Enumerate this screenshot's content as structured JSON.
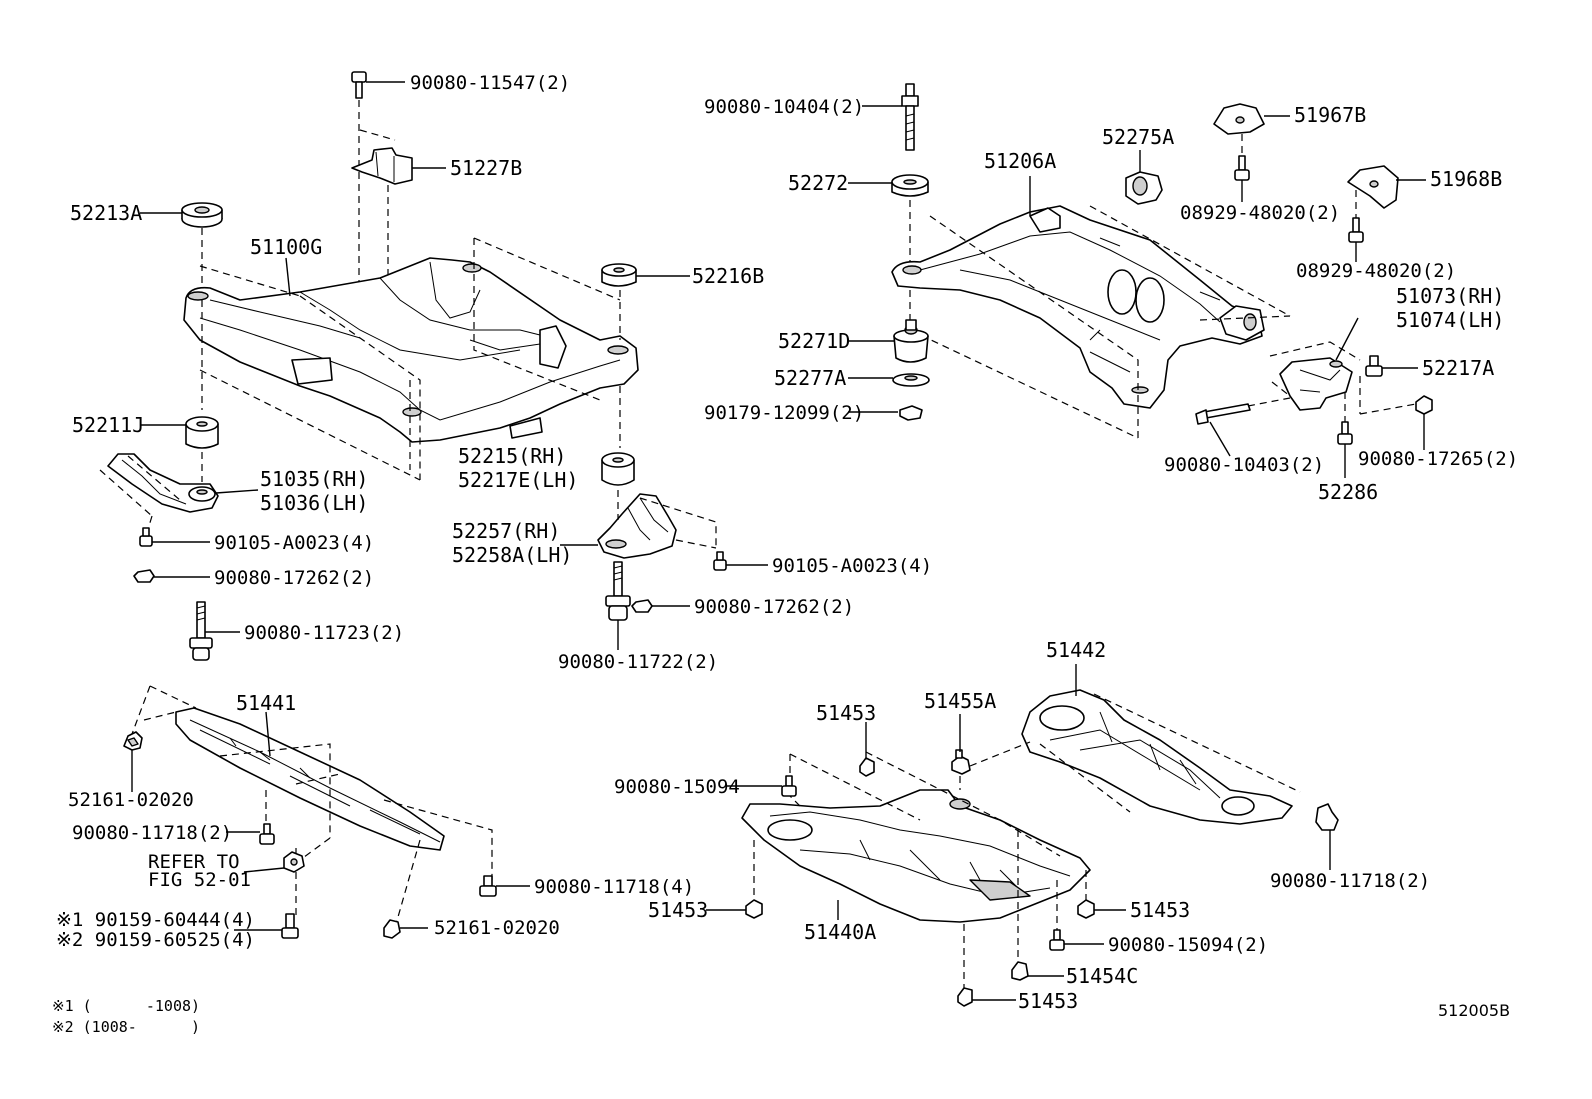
{
  "labels": {
    "p_90080_11547": "90080-11547(2)",
    "p_51227B": "51227B",
    "p_52213A": "52213A",
    "p_51100G": "51100G",
    "p_52216B": "52216B",
    "p_52211J": "52211J",
    "p_51035": "51035(RH)",
    "p_51036": "51036(LH)",
    "p_90105_a": "90105-A0023(4)",
    "p_90080_17262_a": "90080-17262(2)",
    "p_90080_11723": "90080-11723(2)",
    "p_52215": "52215(RH)",
    "p_52217E": "52217E(LH)",
    "p_52257": "52257(RH)",
    "p_52258A": "52258A(LH)",
    "p_90105_b": "90105-A0023(4)",
    "p_90080_17262_b": "90080-17262(2)",
    "p_90080_11722": "90080-11722(2)",
    "p_90080_10404": "90080-10404(2)",
    "p_52272": "52272",
    "p_51206A": "51206A",
    "p_52275A": "52275A",
    "p_51967B": "51967B",
    "p_08929_a": "08929-48020(2)",
    "p_51968B": "51968B",
    "p_08929_b": "08929-48020(2)",
    "p_51073": "51073(RH)",
    "p_51074": "51074(LH)",
    "p_52271D": "52271D",
    "p_52277A": "52277A",
    "p_90179": "90179-12099(2)",
    "p_52217A": "52217A",
    "p_90080_10403": "90080-10403(2)",
    "p_52286": "52286",
    "p_90080_17265": "90080-17265(2)",
    "p_51441": "51441",
    "p_52161_a": "52161-02020",
    "p_90080_11718_a": "90080-11718(2)",
    "p_refer1": "REFER TO",
    "p_refer2": "FIG 52-01",
    "p_90159_1": "※1 90159-60444(4)",
    "p_90159_2": "※2 90159-60525(4)",
    "p_52161_b": "52161-02020",
    "p_90080_11718_b": "90080-11718(4)",
    "p_51442": "51442",
    "p_51453_a": "51453",
    "p_51455A": "51455A",
    "p_90080_15094_a": "90080-15094",
    "p_51453_b": "51453",
    "p_51440A": "51440A",
    "p_51453_c": "51453",
    "p_90080_15094_b": "90080-15094(2)",
    "p_51454C": "51454C",
    "p_51453_d": "51453",
    "p_90080_11718_c": "90080-11718(2)"
  },
  "footnotes": {
    "note1": "※1 (      -1008)",
    "note2": "※2 (1008-      )"
  },
  "figure_code": "512005B"
}
